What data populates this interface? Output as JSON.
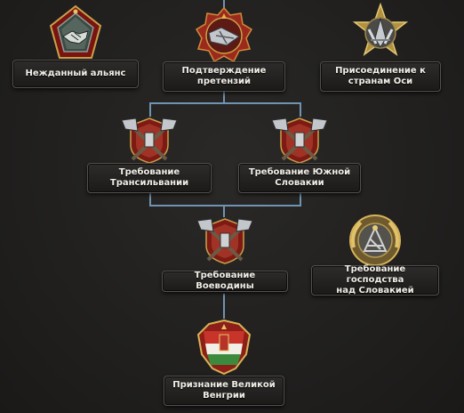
{
  "focus_tree": {
    "nodes": [
      {
        "id": "unexpected-alliance",
        "label": "Нежданный альянс",
        "icon": "handshake-icon"
      },
      {
        "id": "confirm-claims",
        "label": "Подтверждение\nпретензий",
        "icon": "broken-shield-icon"
      },
      {
        "id": "join-axis",
        "label": "Присоединение к\nстранам Оси",
        "icon": "axis-eagle-icon"
      },
      {
        "id": "demand-transylvania",
        "label": "Требование\nТрансильвании",
        "icon": "crossed-axes-icon"
      },
      {
        "id": "demand-south-slovakia",
        "label": "Требование Южной\nСловакии",
        "icon": "crossed-axes-icon"
      },
      {
        "id": "demand-vojvodina",
        "label": "Требование Воеводины",
        "icon": "crossed-axes-icon"
      },
      {
        "id": "demand-slovakia-dominance",
        "label": "Требование господства\nнад Словакией",
        "icon": "laurel-emblem-icon"
      },
      {
        "id": "recognize-greater-hungary",
        "label": "Признание Великой\nВенгрии",
        "icon": "hungarian-flag-icon"
      }
    ]
  },
  "colors": {
    "connector": "#6f94b3",
    "label_text": "#f2efe8",
    "frame_red": "#8e1a14",
    "gold": "#c9a24a",
    "steel": "#b9bcc0"
  }
}
